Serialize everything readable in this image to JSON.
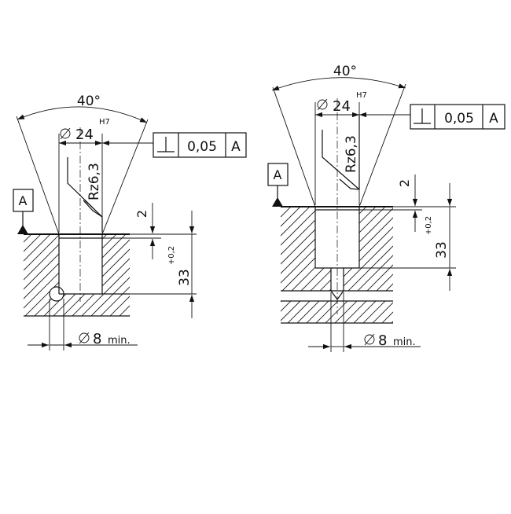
{
  "drawings": [
    {
      "angle": "40°",
      "diameter": "24",
      "tolerance_class": "H7",
      "roughness": "Rz6,3",
      "perp_tolerance": "0,05",
      "datum": "A",
      "datum_flag": "A",
      "offset": "2",
      "depth": "33",
      "depth_tol": "+0,2",
      "min_hole": "8",
      "min_label": "min."
    },
    {
      "angle": "40°",
      "diameter": "24",
      "tolerance_class": "H7",
      "roughness": "Rz6,3",
      "perp_tolerance": "0,05",
      "datum": "A",
      "datum_flag": "A",
      "offset": "2",
      "depth": "33",
      "depth_tol": "+0,2",
      "min_hole": "8",
      "min_label": "min."
    }
  ]
}
